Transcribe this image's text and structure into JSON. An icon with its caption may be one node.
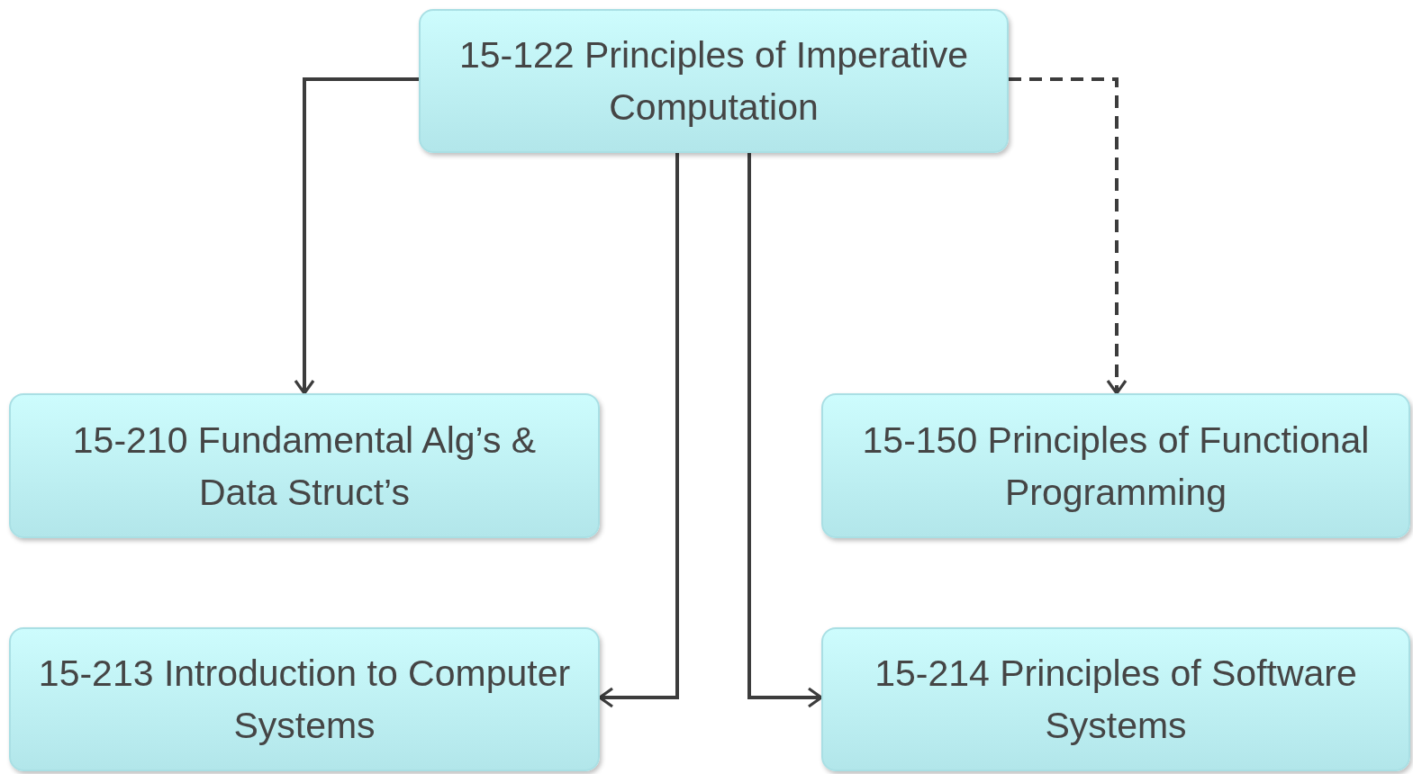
{
  "diagram": {
    "nodes": [
      {
        "text": [
          "15-122 Principles of Imperative Computation"
        ]
      },
      {
        "text": [
          "15-210 Fundamental Alg’s & Data Struct’s"
        ]
      },
      {
        "text": [
          "15-150 Principles of Functional Programming"
        ]
      },
      {
        "text": [
          "15-213 Introduction to Computer Systems"
        ]
      },
      {
        "text": [
          "15-214 Principles of Software Systems"
        ]
      }
    ],
    "edges": [
      {
        "from": 0,
        "to": 1,
        "arrow": "to"
      },
      {
        "from": 0,
        "to": 2,
        "arrow": "to",
        "style": "dashed"
      },
      {
        "from": 0,
        "to": 3,
        "arrow": "to"
      },
      {
        "from": 0,
        "to": 4,
        "arrow": "to"
      }
    ]
  }
}
